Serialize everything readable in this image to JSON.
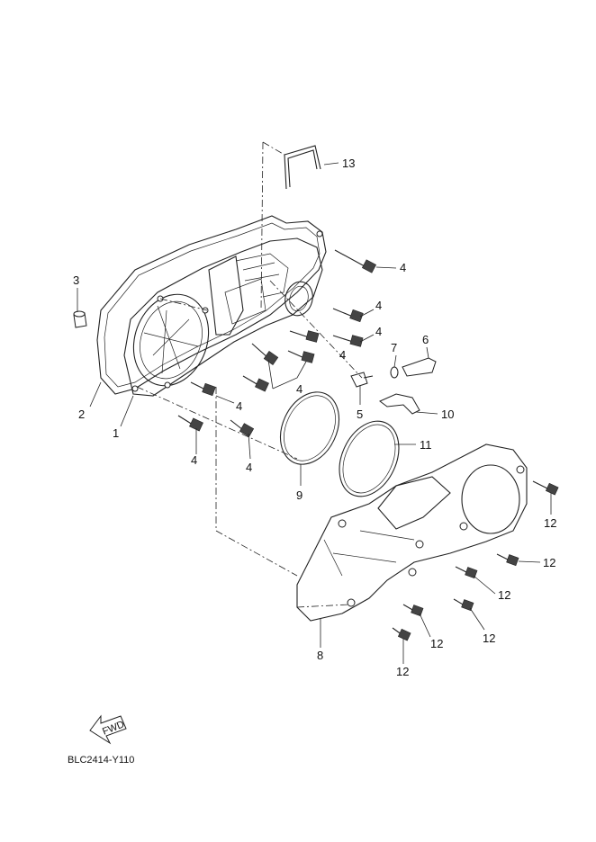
{
  "labels": {
    "p1": "1",
    "p2": "2",
    "p3": "3",
    "p4a": "4",
    "p4b": "4",
    "p4c": "4",
    "p4d": "4",
    "p4e": "4",
    "p4f": "4",
    "p4g": "4",
    "p5": "5",
    "p6": "6",
    "p7": "7",
    "p8": "8",
    "p9": "9",
    "p10": "10",
    "p11": "11",
    "p12a": "12",
    "p12b": "12",
    "p12c": "12",
    "p12d": "12",
    "p12e": "12",
    "p12f": "12",
    "p13": "13"
  },
  "fwd_text": "FWD",
  "diagram_code": "BLC2414-Y110"
}
